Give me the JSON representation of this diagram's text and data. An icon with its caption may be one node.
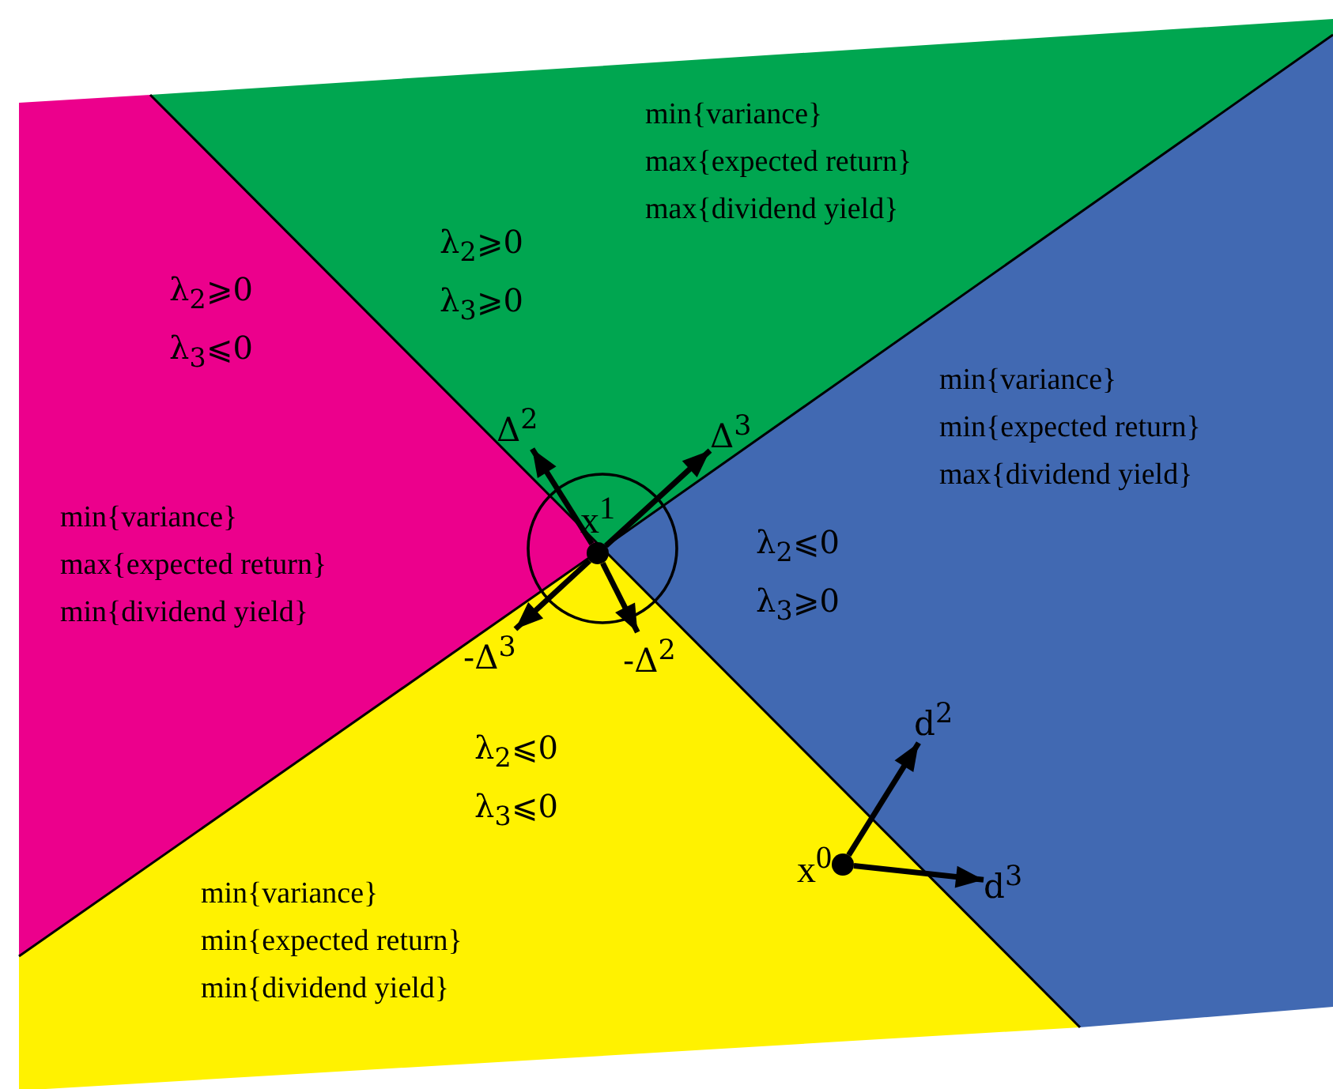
{
  "diagram": {
    "nodes": [
      {
        "text": [
          "λ$_{2}$⩾0 λ$_{3}$⩽0",
          "min{variance} max{expected return} min{dividend yield}"
        ]
      },
      {
        "text": [
          "min{variance} max{expected return} max{dividend yield}",
          "λ$_{2}$⩾0 λ$_{3}$⩾0"
        ]
      },
      {
        "text": [
          "min{variance} min{expected return} max{dividend yield}",
          "λ$_{2}$⩽0 λ$_{3}$⩾0"
        ]
      },
      {
        "text": [
          "λ$_{2}$⩽0 λ$_{3}$⩽0",
          "min{variance} min{expected return} min{dividend yield}"
        ]
      },
      {
        "text": [
          "x$^{1}$"
        ]
      },
      {
        "text": [
          "Δ$^{2}$"
        ],
        "in": 1
      },
      {
        "text": [
          "Δ$^{3}$"
        ],
        "in": 1
      },
      {
        "text": [
          "-Δ$^{3}$"
        ],
        "in": 3
      },
      {
        "text": [
          "-Δ$^{2}$"
        ],
        "in": 3
      },
      {
        "text": [
          "x$^{0}$"
        ],
        "in": 3
      },
      {
        "text": [
          "d$^{2}$"
        ],
        "in": 2
      },
      {
        "text": [
          "d$^{3}$"
        ],
        "in": 2
      }
    ],
    "edges": [
      {
        "from": 4,
        "to": 5,
        "arrow": "to"
      },
      {
        "from": 4,
        "to": 6,
        "arrow": "to"
      },
      {
        "from": 4,
        "to": 7,
        "arrow": "to"
      },
      {
        "from": 4,
        "to": 8,
        "arrow": "to"
      },
      {
        "from": 9,
        "to": 10,
        "arrow": "to"
      },
      {
        "from": 9,
        "to": 11,
        "arrow": "to"
      }
    ]
  }
}
